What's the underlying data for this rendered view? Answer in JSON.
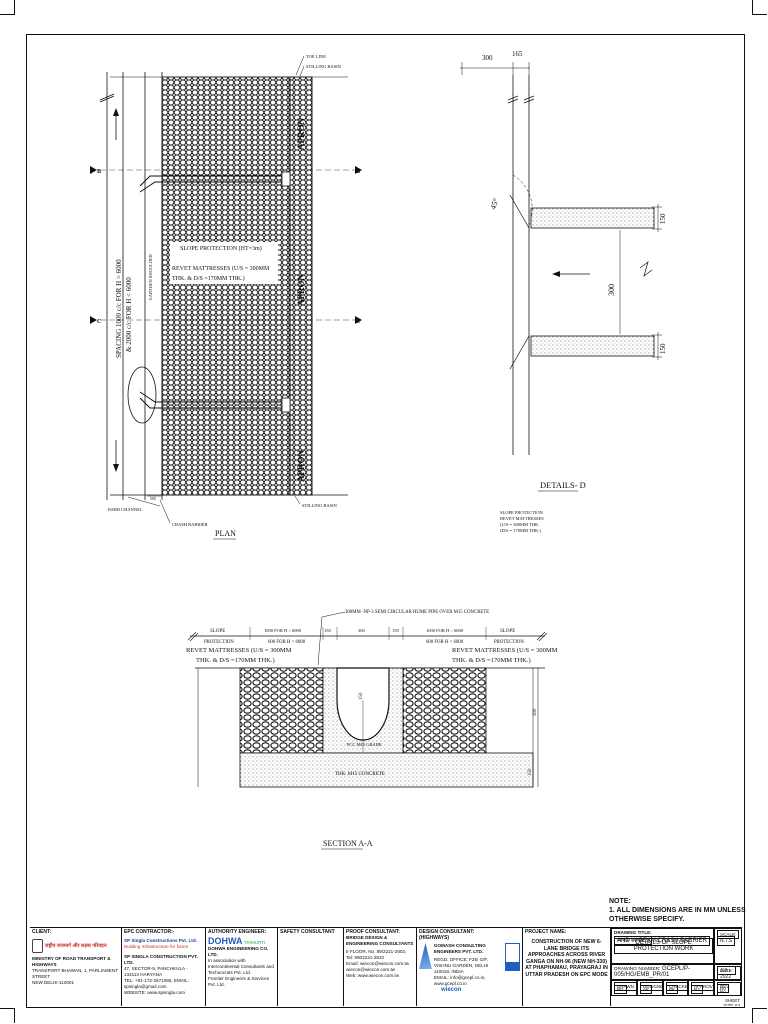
{
  "plan": {
    "title": "PLAN",
    "toe_line": "TOE LINE",
    "stilling_basin_top": "STILLING BASIN",
    "stilling_basin_bottom": "STILLING BASIN",
    "apron": "APRON",
    "slope_protection": "SLOPE PROTECTION (HT=3m)",
    "revet_line1": "REVET MATTRESSES (U/S = 300MM",
    "revet_line2": "THK. & D/S =170MM THK.)",
    "spacing_line1": "SPACING 1000 c/c FOR H > 6000",
    "spacing_line2": "& 2000 c/c FOR H < 6000",
    "earthen_shoulder": "EARTHEN SHOULDER",
    "kerb_channel": "KERB CHANNEL",
    "crash_barrier": "CRASH BARRIER",
    "sec_b": "B",
    "sec_c": "C",
    "dim_500": "500"
  },
  "detail_d": {
    "title": "DETAILS- D",
    "dim_300": "300",
    "dim_165": "165",
    "angle": "45°",
    "dim_150_top": "150",
    "dim_300_mid": "300",
    "dim_150_bot": "150",
    "sp_line1": "SLOPE PROTECTION",
    "sp_line2": "REVET MATTRESSES",
    "sp_line3": "(U/S = 300MM THK.",
    "sp_line4": "(D/S = 170MM THK.)"
  },
  "section": {
    "title": "SECTION A-A",
    "pipe_note": "300MM -NP-3 SEMI CIRCULAR HUME PIPE OVER M15 CONCRETE",
    "slope_left": "SLOPE",
    "slope_right": "SLOPE",
    "dim_left": "1000 FOR H > 6000",
    "dim_left2": "600 FOR H < 6000",
    "dim_right": "1000 FOR H > 6000",
    "dim_right2": "600 FOR H < 6000",
    "dim_150a": "150",
    "dim_300": "300",
    "dim_150b": "150",
    "protection_left": "PROTECTION",
    "protection_right": "PROTECTION",
    "revet_left1": "REVET MATTRESSES (U/S = 300MM",
    "revet_left2": "THK. & D/S =170MM THK.)",
    "revet_right1": "REVET MATTRESSES (U/S = 300MM",
    "revet_right2": "THK. & D/S =170MM THK.)",
    "pcc": "PCC M15 GRADE",
    "concrete": "THK. M15 CONCRETE",
    "h150": "150",
    "h300": "300",
    "v150": "150"
  },
  "note": {
    "title": "NOTE:",
    "line1": "1.  ALL DIMENSIONS ARE IN MM UNLESS OTHERWISE SPECIFY."
  },
  "title_block": {
    "client_label": "CLIENT:",
    "client_logo": "राष्ट्रीय राजमार्ग और सड़क परिवहन",
    "client_name": "MINISTRY OF ROAD TRANSPORT & HIGHWAYS",
    "client_addr1": "TRANSPORT BHAWAN, 1, PARLIAMENT STREET",
    "client_addr2": "NEW DELHI-110001",
    "epc_label": "EPC CONTRACTOR:-",
    "epc_logo": "SP Singla Constructions Pvt. Ltd.",
    "epc_tag": "Building Infrastructure for future",
    "epc_name": "SP SINGLA CONSTRUCTION PVT. LTD.",
    "epc_addr1": "47, SECTOR-9, PANCHKULA - 134113 HARYANA",
    "epc_addr2": "TEL: +91-172-2571086, EMAIL: spsingla@gmail.com",
    "epc_addr3": "WEBSITE: www.spsingla.com",
    "ae_label": "AUTHORITY ENGINEER:",
    "ae_logo": "DOHWA",
    "ae_logo2": "TRIMURTI",
    "ae_name": "DOHWA ENGINEERING CO. LTD.",
    "ae_sub1": "In association with",
    "ae_sub2": "Intercontinental Consultants and Technocrats Pvt. Ltd.",
    "ae_sub3": "Frontier Engineers & Services Pvt. Ltd.",
    "safety_label": "SAFETY CONSULTANT",
    "proof_label": "PROOF CONSULTANT:",
    "proof_name1": "BRIDGE DESIGN &",
    "proof_name2": "ENGINEERING CONSULTANTS",
    "proof_addr1": "II FLOOR, No. 89/2221-2803,",
    "proof_addr2": "Tel: 9902221-2822",
    "proof_addr3": "Email: wiecon@wiecon.com.tw",
    "proof_addr4": "wiecon@wiecon.com.tw",
    "proof_addr5": "Web: www.wiecon.com.tw",
    "design_label": "DESIGN CONSULTANT:",
    "design_sub": "(HIGHWAYS)",
    "design_name1": "GOMASH CONSULTING",
    "design_name2": "ENGINEERS PVT. LTD.",
    "design_addr1": "REGD. OFFICE: F25/ G/F,",
    "design_addr2": "VISHNU GARDEN, DELHI 110018, INDIA",
    "design_addr3": "EMAIL: info@gcepl.co.in, www.gcepl.co.in",
    "design_logo": "wiecon",
    "project_label": "PROJECT NAME:",
    "project_name": "CONSTRUCTION OF NEW 6-LANE BRIDGE ITS APPROACHES ACROSS RIVER GANGA ON NH-96 (NEW NH-330) AT PHAPHAMAU, PRAYAGRAJ IN UTTAR PRADESH ON EPC MODE",
    "dt_label": "DRAWING TITLE:",
    "dt_line1": "DETAILS OF SLOPE PROTECTION WORK",
    "dt_line2": "AND W-BEAM CRASH BARRIER",
    "sheet": "SHEET 1 OF 4",
    "scale_label": "SCALE:",
    "scale": "N.T.S",
    "dn_label": "DRAWING NUMBER:",
    "dn": "GCEPL/P-005/HG/EMB_PR/01",
    "date_label": "DATE:",
    "date": "JUL-2022",
    "drawn": "DRAWN",
    "designed": "DESIGNED",
    "checked": "CHECKED",
    "approved": "APPROVED",
    "rev_label": "REV. No.",
    "drawn_v": "PG",
    "designed_v": "AK",
    "checked_v": "PK",
    "approved_v": "RJ",
    "rev_v": "R0",
    "sheet_size": "SHEET SIZE:A3"
  }
}
